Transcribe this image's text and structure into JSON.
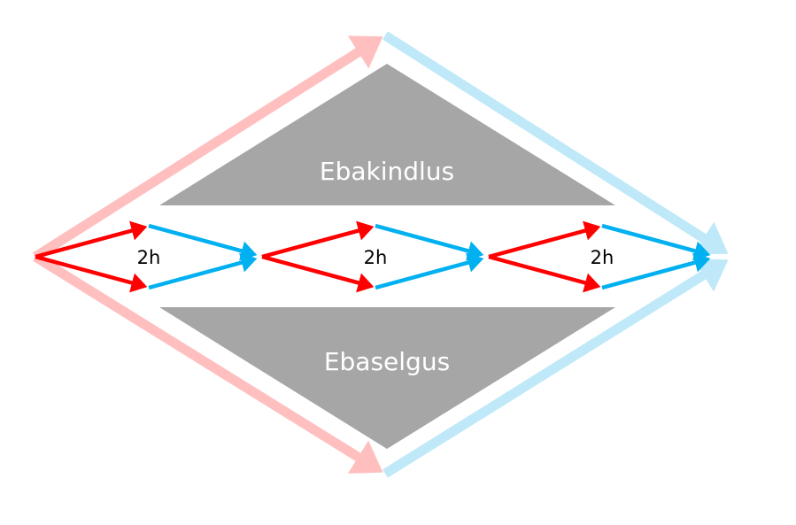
{
  "diagram": {
    "upper_region_label": "Ebakindlus",
    "lower_region_label": "Ebaselgus",
    "segments": [
      {
        "duration_label": "2h"
      },
      {
        "duration_label": "2h"
      },
      {
        "duration_label": "2h"
      }
    ]
  },
  "colors": {
    "red": "#ff0000",
    "blue": "#00b0f0",
    "light_red": "#ffbfbf",
    "light_blue": "#bfe9f8",
    "gray": "#a6a6a6"
  }
}
